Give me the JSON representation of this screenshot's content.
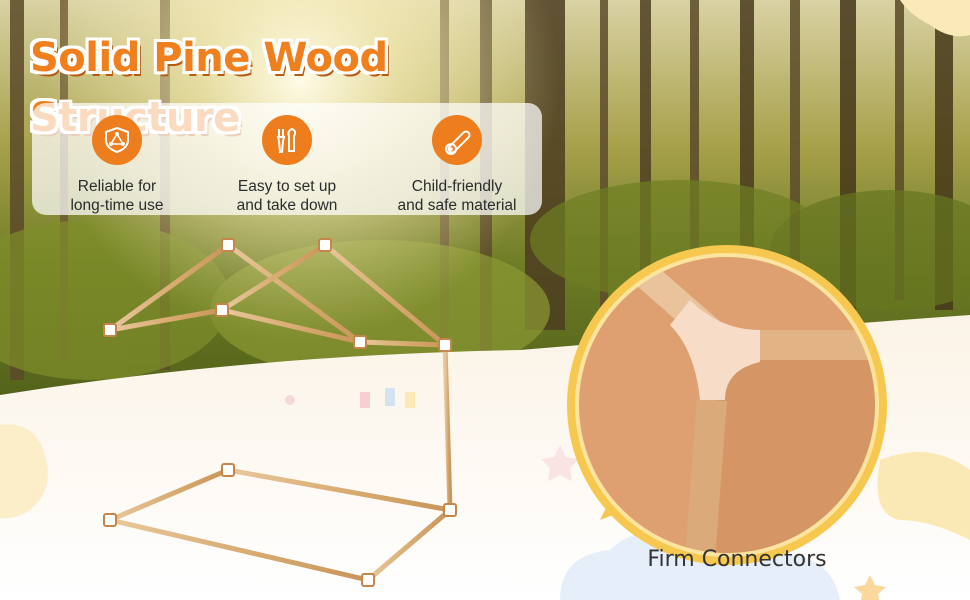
{
  "headline": "Solid Pine Wood Structure",
  "features": [
    {
      "icon": "triangle-shield-icon",
      "line1": "Reliable for",
      "line2": "long-time use"
    },
    {
      "icon": "wrench-screwdriver-icon",
      "line1": "Easy to set up",
      "line2": "and take down"
    },
    {
      "icon": "wood-log-icon",
      "line1": "Child-friendly",
      "line2": "and safe material"
    }
  ],
  "callout_caption": "Firm Connectors",
  "colors": {
    "accent": "#EE7D1D",
    "headline": "#F07F1E",
    "cloud": "#FCE9B8"
  }
}
